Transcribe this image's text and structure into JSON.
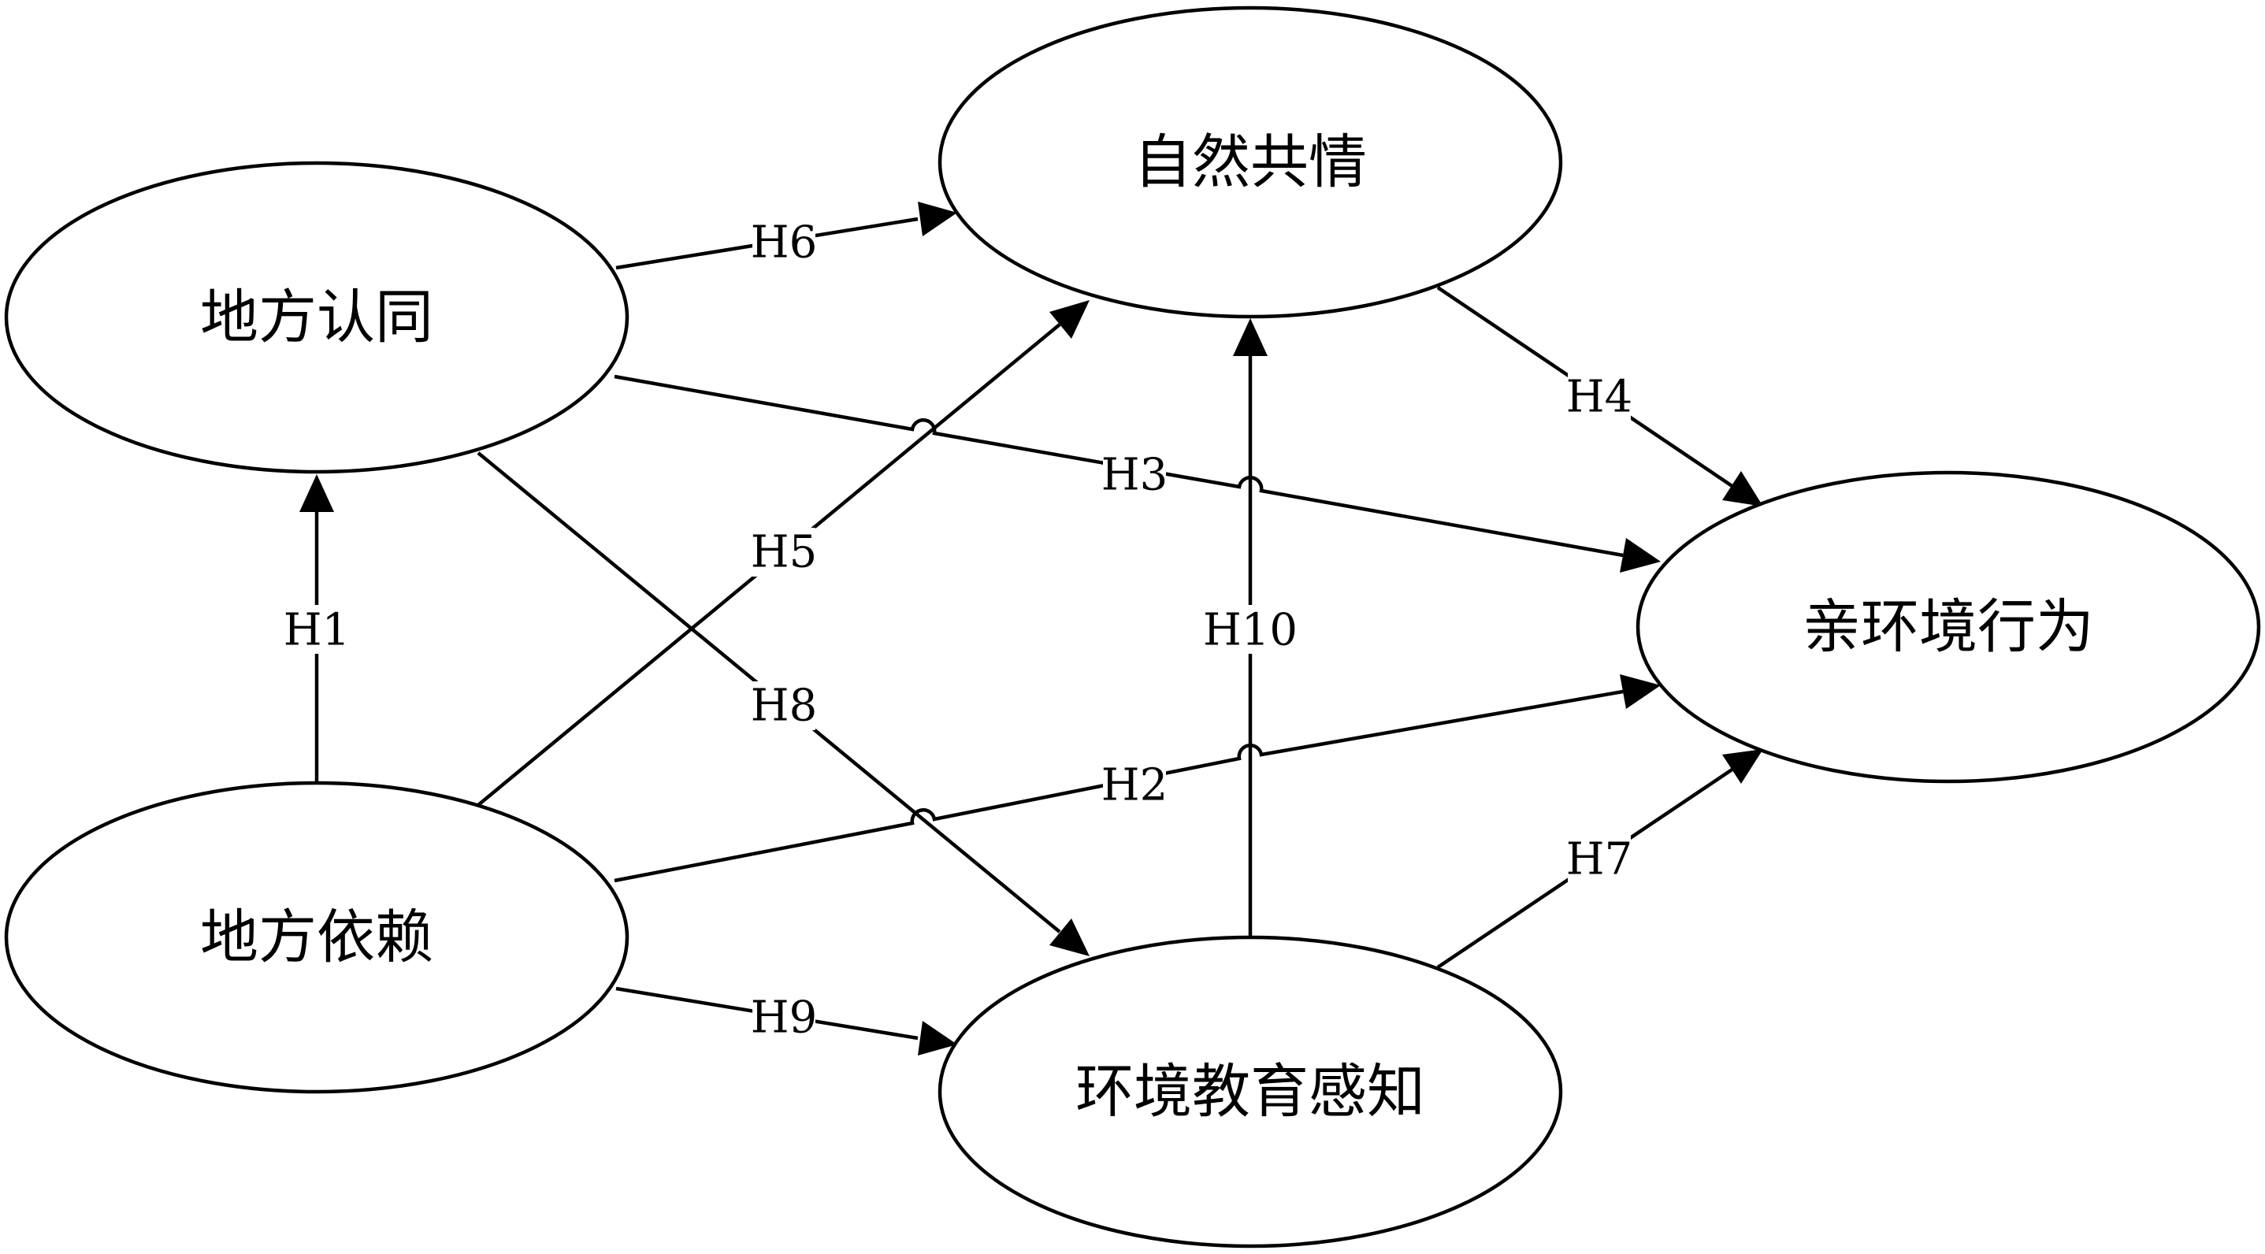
{
  "diagram": {
    "nodes": [
      {
        "id": "place_identity",
        "label": "地方认同"
      },
      {
        "id": "place_dependence",
        "label": "地方依赖"
      },
      {
        "id": "nature_empathy",
        "label": "自然共情"
      },
      {
        "id": "env_education",
        "label": "环境教育感知"
      },
      {
        "id": "pro_env_behavior",
        "label": "亲环境行为"
      }
    ],
    "edges": [
      {
        "id": "h1",
        "label": "H1",
        "from": "place_dependence",
        "to": "place_identity"
      },
      {
        "id": "h2",
        "label": "H2",
        "from": "place_dependence",
        "to": "pro_env_behavior"
      },
      {
        "id": "h3",
        "label": "H3",
        "from": "place_identity",
        "to": "pro_env_behavior"
      },
      {
        "id": "h4",
        "label": "H4",
        "from": "nature_empathy",
        "to": "pro_env_behavior"
      },
      {
        "id": "h5",
        "label": "H5",
        "from": "place_dependence",
        "to": "nature_empathy"
      },
      {
        "id": "h6",
        "label": "H6",
        "from": "place_identity",
        "to": "nature_empathy"
      },
      {
        "id": "h7",
        "label": "H7",
        "from": "env_education",
        "to": "pro_env_behavior"
      },
      {
        "id": "h8",
        "label": "H8",
        "from": "place_identity",
        "to": "env_education"
      },
      {
        "id": "h9",
        "label": "H9",
        "from": "place_dependence",
        "to": "env_education"
      },
      {
        "id": "h10",
        "label": "H10",
        "from": "env_education",
        "to": "nature_empathy"
      }
    ]
  }
}
